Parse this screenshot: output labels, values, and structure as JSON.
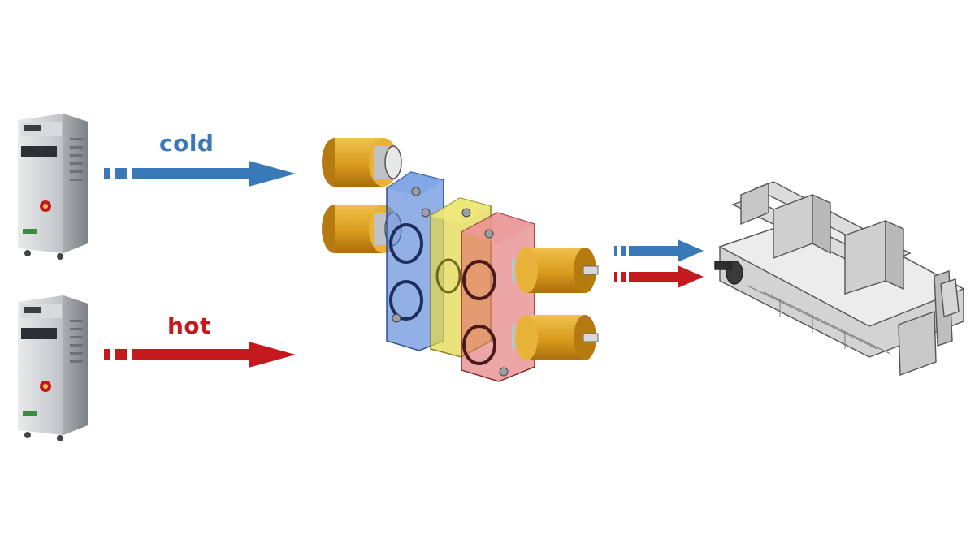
{
  "flows": {
    "cold": {
      "label": "cold",
      "color": "#3a79b8"
    },
    "hot": {
      "label": "hot",
      "color": "#c41a1d"
    }
  },
  "components": {
    "temperature_unit_cold": "temperature-control-unit",
    "temperature_unit_hot": "temperature-control-unit",
    "valve_block": "mixing-valve-block",
    "machine": "die-casting-machine"
  },
  "colors": {
    "valve_body_blue": "#4f7fd6",
    "valve_body_yellow": "#e2d84a",
    "valve_body_red": "#e06a6a",
    "actuator_gold": "#d99b1c",
    "unit_steel": "#c9ccd0"
  }
}
